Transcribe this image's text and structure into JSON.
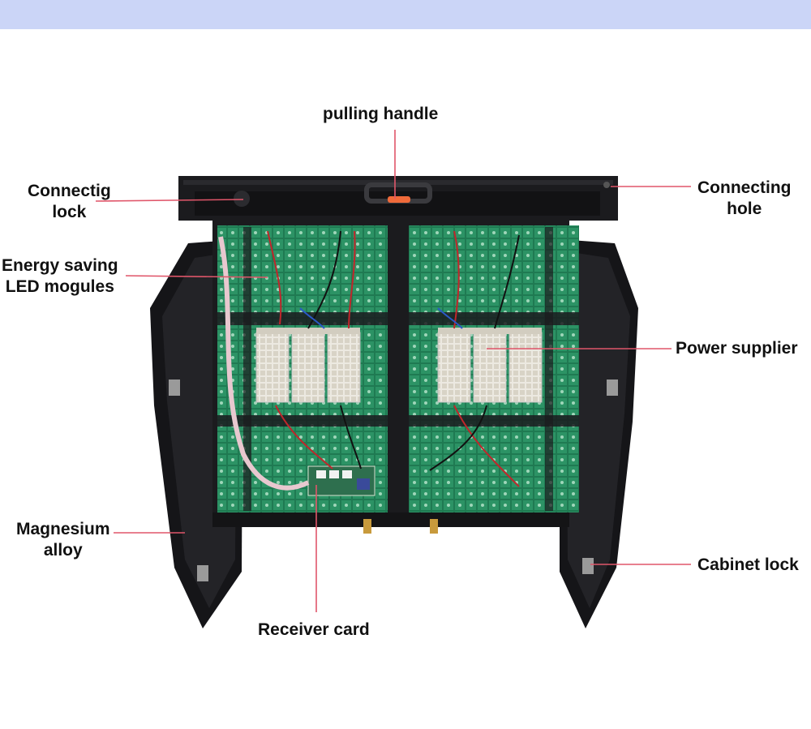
{
  "colors": {
    "top_band": "#cbd5f7",
    "leader_line": "#e0566a",
    "cabinet": "#1b1b1e",
    "led_module": "#1f7a52",
    "psu": "#e9e6df",
    "handle": "#f06a3a"
  },
  "labels": {
    "pulling_handle": "pulling handle",
    "connecting_lock_line1": "Connectig",
    "connecting_lock_line2": "lock",
    "connecting_hole_line1": "Connecting",
    "connecting_hole_line2": "hole",
    "energy_saving_line1": "Energy saving",
    "energy_saving_line2": "LED mogules",
    "power_supplier": "Power supplier",
    "magnesium_line1": "Magnesium",
    "magnesium_line2": "alloy",
    "cabinet_lock": "Cabinet lock",
    "receiver_card": "Receiver card"
  }
}
